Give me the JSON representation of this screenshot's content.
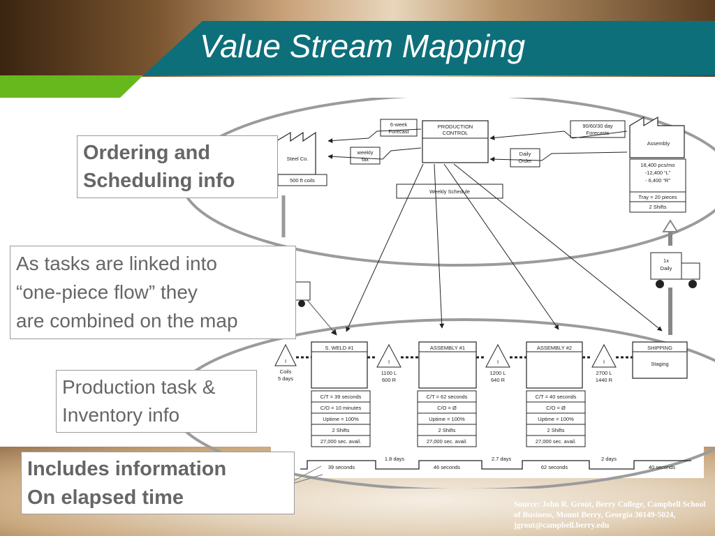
{
  "title": "Value Stream Mapping",
  "callouts": {
    "ordering": [
      "Ordering and",
      "Scheduling info"
    ],
    "linked": [
      "As tasks are linked into",
      "“one-piece flow” they",
      "are combined on the map"
    ],
    "production": [
      "Production task &",
      "Inventory info"
    ],
    "elapsed": [
      "Includes information",
      "On elapsed time"
    ]
  },
  "source": "Source: John R. Grout, Berry College, Campbell School of Business, Mount Berry, Georgia 30149-5024, jgrout@campbell.berry.edu",
  "vsm": {
    "production_control": [
      "PRODUCTION",
      "CONTROL"
    ],
    "supplier": "Steel Co.",
    "supplier_data": "500 ft coils",
    "six_week_forecast": [
      "6-week",
      "Forecast"
    ],
    "weekly_fax": [
      "weekly",
      "fax"
    ],
    "weekly_schedule": "Weekly Schedule",
    "customer_forecast": [
      "90/60/30 day",
      "Forecasts"
    ],
    "daily_order": [
      "Daily",
      "Order"
    ],
    "customer": "Assembly",
    "customer_data": [
      "18,400 pcs/mo",
      "-12,400 “L”",
      "- 6,400 “R”",
      "Tray = 20 pieces",
      "2 Shifts"
    ],
    "truck_daily": [
      "1x",
      "Daily"
    ],
    "inventory_marker": "I",
    "first_inventory": [
      "Coils",
      "5 days"
    ],
    "processes": [
      {
        "name": "S. WELD #1",
        "data": [
          "C/T = 39 seconds",
          "C/O = 10 minutes",
          "Uptime = 100%",
          "2 Shifts",
          "27,000 sec. avail."
        ]
      },
      {
        "name": "ASSEMBLY #1",
        "data": [
          "C/T = 62 seconds",
          "C/O = Ø",
          "Uptime = 100%",
          "2 Shifts",
          "27,000 sec. avail."
        ]
      },
      {
        "name": "ASSEMBLY #2",
        "data": [
          "C/T = 40 seconds",
          "C/O = Ø",
          "Uptime = 100%",
          "2 Shifts",
          "27,000 sec. avail."
        ]
      }
    ],
    "shipping": [
      "SHIPPING",
      "Staging"
    ],
    "inventories": [
      [
        "1100 L",
        "600 R"
      ],
      [
        "1200 L",
        "640 R"
      ],
      [
        "2700 L",
        "1440 R"
      ]
    ],
    "timeline_days": [
      "1.8 days",
      "2.7 days",
      "2 days"
    ],
    "timeline_seconds": [
      "39 seconds",
      "46 seconds",
      "62 seconds",
      "40 seconds"
    ]
  }
}
